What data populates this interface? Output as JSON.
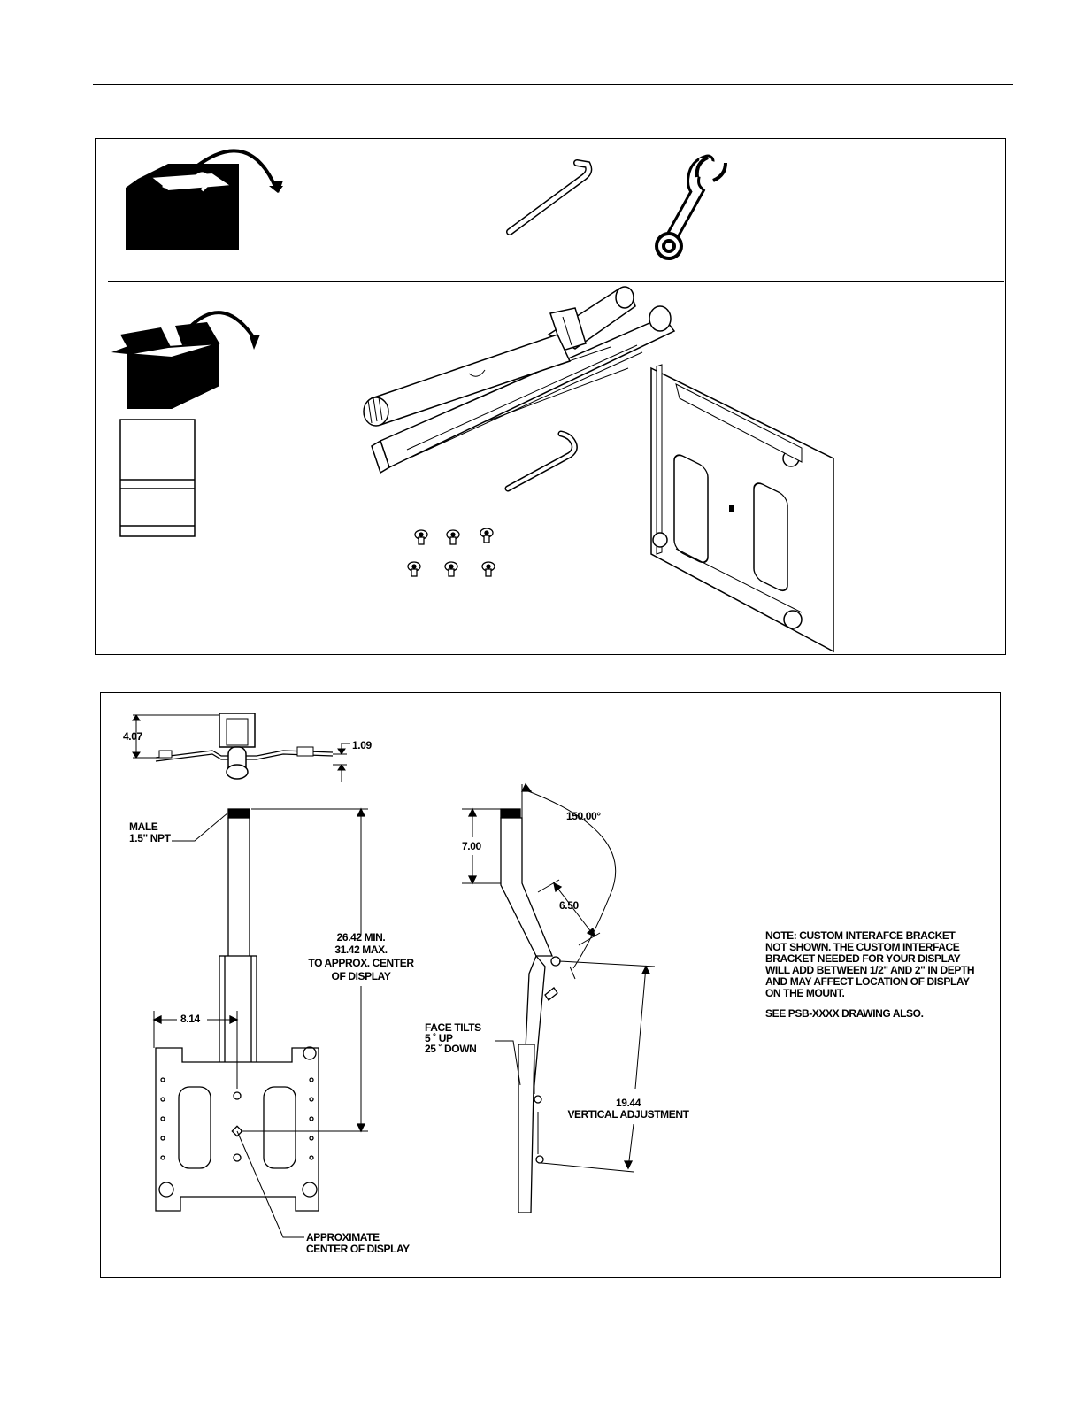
{
  "colors": {
    "ink": "#000000",
    "paper": "#ffffff",
    "metal_fill": "#f2f2f2"
  },
  "tools_panel": {
    "icons": [
      "toolbox-icon",
      "hex-key-icon",
      "wrench-icon",
      "parts-box-icon",
      "manual-icon"
    ],
    "parts": [
      "pipe-slider-assembly",
      "hex-key",
      "screws",
      "interface-plate"
    ]
  },
  "dimensions": {
    "top_height": "4.07",
    "top_offset": "1.09",
    "male_thread_line1": "MALE",
    "male_thread_line2": "1.5\" NPT",
    "drop_min": "26.42 MIN.",
    "drop_max": "31.42 MAX.",
    "drop_to_line1": "TO APPROX. CENTER",
    "drop_to_line2": "OF DISPLAY",
    "center_offset": "8.14",
    "approx_center_line1": "APPROXIMATE",
    "approx_center_line2": "CENTER OF DISPLAY",
    "pipe_length": "7.00",
    "tilt_angle": "150.00°",
    "arm_length": "6.50",
    "face_tilts_line1": "FACE TILTS",
    "face_tilts_line2": "5 ˚ UP",
    "face_tilts_line3": "25 ˚ DOWN",
    "vertical_value": "19.44",
    "vertical_label": "VERTICAL ADJUSTMENT"
  },
  "note": {
    "lines": [
      "NOTE: CUSTOM INTERAFCE BRACKET",
      "NOT SHOWN. THE CUSTOM INTERFACE",
      "BRACKET NEEDED FOR YOUR DISPLAY",
      "WILL ADD BETWEEN 1/2\" AND 2\" IN DEPTH",
      "AND MAY AFFECT LOCATION OF DISPLAY",
      "ON THE MOUNT."
    ],
    "see_also": "SEE PSB-XXXX DRAWING ALSO."
  }
}
